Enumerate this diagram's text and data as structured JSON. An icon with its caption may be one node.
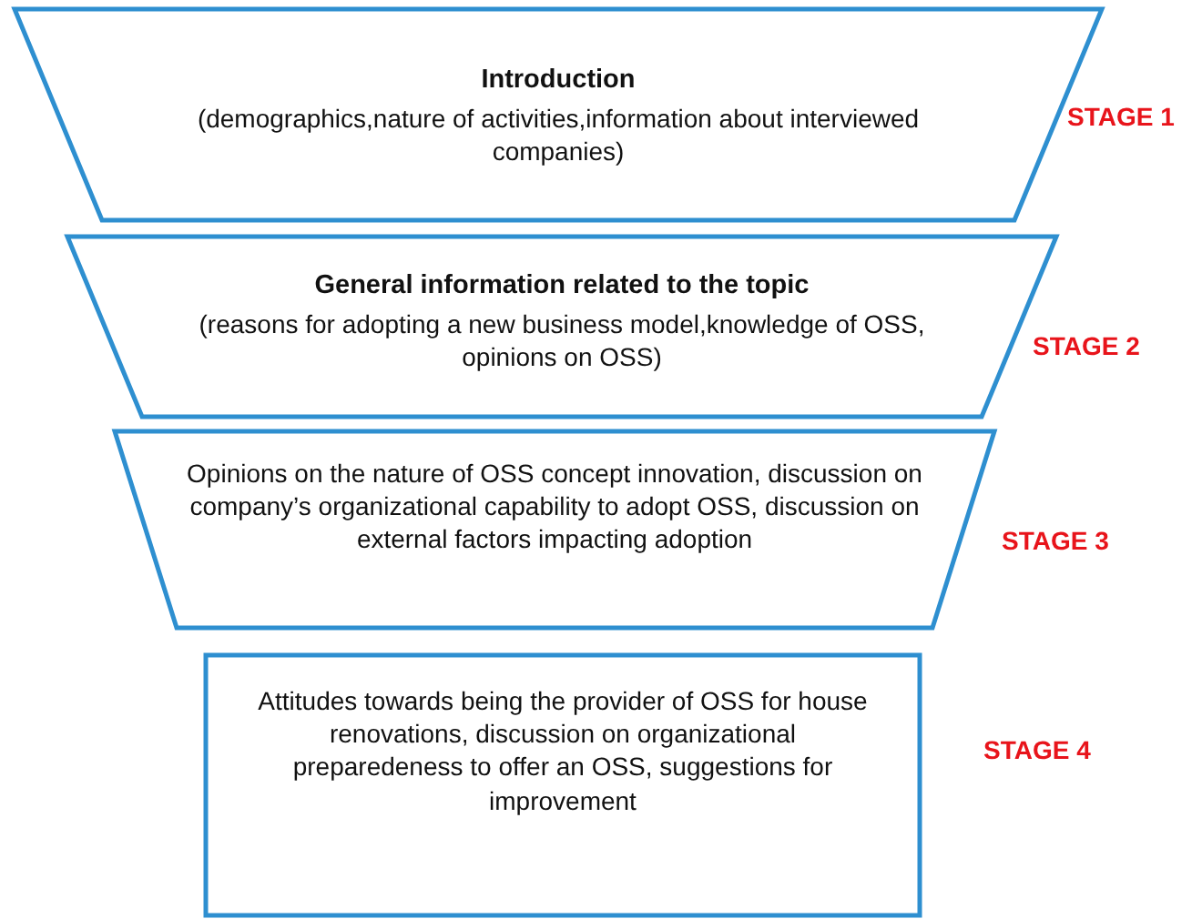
{
  "diagram": {
    "nodes": [
      {
        "text": [
          "Introduction",
          "(demographics,nature of activities,information about interviewed companies)"
        ],
        "beside": [
          "STAGE 1"
        ]
      },
      {
        "text": [
          "General information related to the topic",
          "(reasons for adopting a new business model,knowledge of OSS, opinions on OSS)"
        ],
        "beside": [
          "STAGE 2"
        ]
      },
      {
        "text": [
          "Opinions on the nature of OSS concept innovation, discussion on company’s organizational capability to adopt OSS, discussion on external factors impacting adoption"
        ],
        "beside": [
          "STAGE 3"
        ]
      },
      {
        "text": [
          "Attitudes towards being the provider of OSS for house renovations, discussion on organizational preparedeness to offer an OSS, suggestions for improvement"
        ],
        "beside": [
          "STAGE 4"
        ]
      }
    ]
  }
}
